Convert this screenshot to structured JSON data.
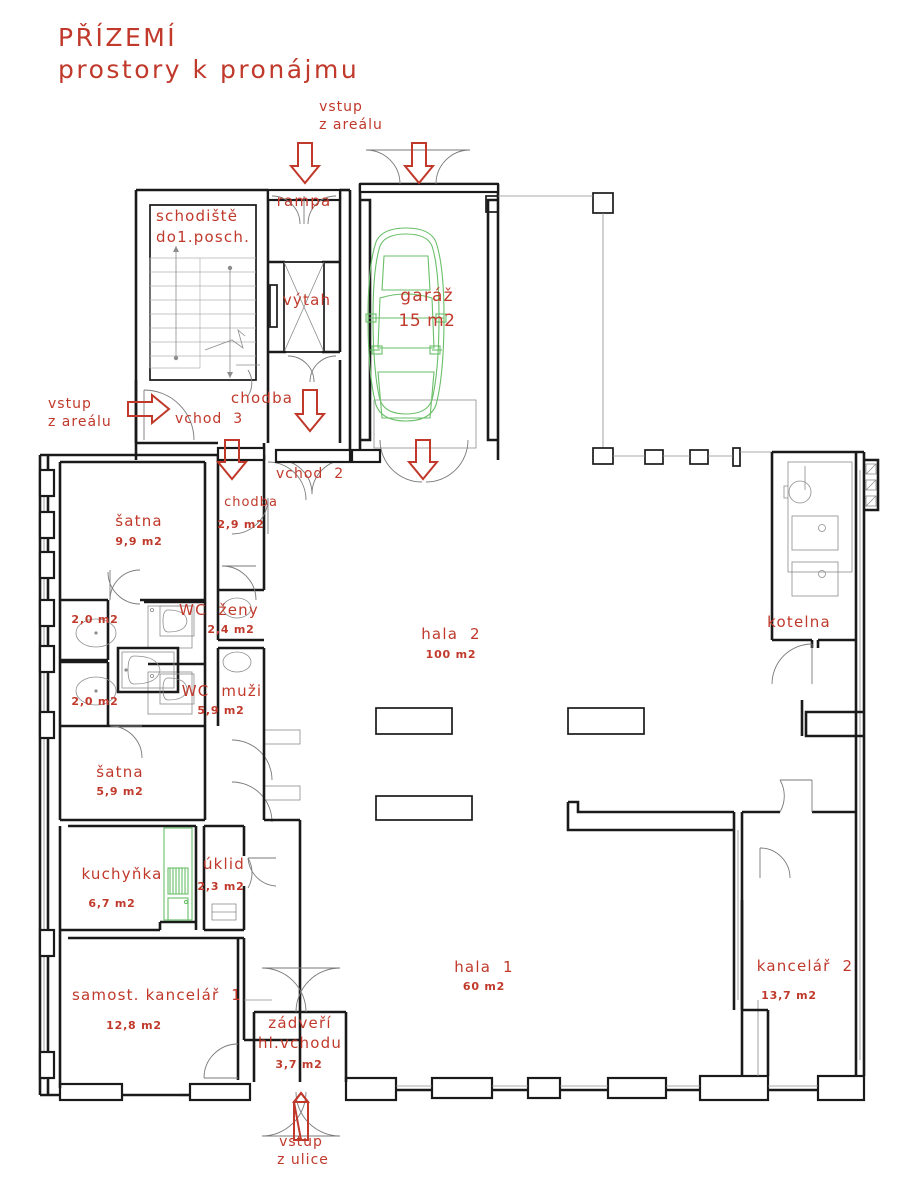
{
  "drawing": {
    "title_line1": "PŘÍZEMÍ",
    "title_line2": "prostory k pronájmu",
    "accent_red": "#c0392b",
    "wall_black": "#1a1a1a",
    "furniture_green": "#6abf69",
    "thin_gray": "#8c8c8c",
    "background": "#ffffff"
  },
  "rooms": [
    {
      "id": "schodiste",
      "name": "schodiště",
      "name2": "do1.posch.",
      "area": ""
    },
    {
      "id": "rampa",
      "name": "rampa",
      "area": ""
    },
    {
      "id": "vytah",
      "name": "výtah",
      "area": ""
    },
    {
      "id": "garaz",
      "name": "garáž",
      "area": "15 m2"
    },
    {
      "id": "chodba1",
      "name": "chodba",
      "area": ""
    },
    {
      "id": "chodba2",
      "name": "chodba",
      "area": "2,9 m2"
    },
    {
      "id": "satna1",
      "name": "šatna",
      "area": "9,9 m2"
    },
    {
      "id": "satna2",
      "name": "šatna",
      "area": "5,9 m2"
    },
    {
      "id": "sprcha1",
      "name": "",
      "area": "2,0 m2"
    },
    {
      "id": "sprcha2",
      "name": "",
      "area": "2,0 m2"
    },
    {
      "id": "wc_zeny",
      "name": "WC  ženy",
      "area": "2,4 m2"
    },
    {
      "id": "wc_muzi",
      "name": "WC  muži",
      "area": "5,9 m2"
    },
    {
      "id": "kuchynka",
      "name": "kuchyňka",
      "area": "6,7 m2"
    },
    {
      "id": "uklid",
      "name": "úklid",
      "area": "2,3 m2"
    },
    {
      "id": "kancelar1",
      "name": "samost. kancelář  1",
      "area": "12,8 m2"
    },
    {
      "id": "zadveri",
      "name": "zádveří",
      "name2": "hl.vchodu",
      "area": "3,7 m2"
    },
    {
      "id": "hala1",
      "name": "hala  1",
      "area": "60 m2"
    },
    {
      "id": "hala2",
      "name": "hala  2",
      "area": "100 m2"
    },
    {
      "id": "kotelna",
      "name": "kotelna",
      "area": ""
    },
    {
      "id": "kancelar2",
      "name": "kancelář  2",
      "area": "13,7 m2"
    }
  ],
  "entrances": [
    {
      "id": "vstup-z-arealu-top",
      "line1": "vstup",
      "line2": "z areálu",
      "direction": "down"
    },
    {
      "id": "vstup-z-arealu-left",
      "line1": "vstup",
      "line2": "z areálu",
      "direction": "right"
    },
    {
      "id": "vstup-z-ulice",
      "line1": "vstup",
      "line2": "z ulice",
      "direction": "up"
    }
  ],
  "door_markers": [
    {
      "id": "vchod-2",
      "label": "vchod  2"
    },
    {
      "id": "vchod-3",
      "label": "vchod  3"
    }
  ]
}
